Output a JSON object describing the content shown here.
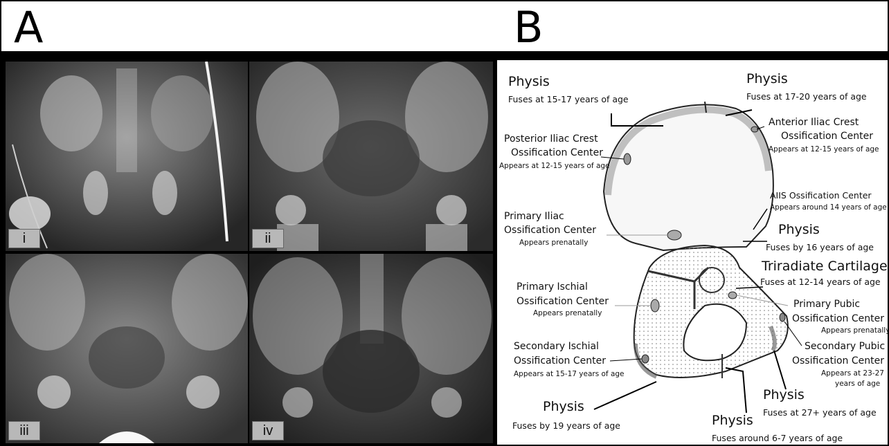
{
  "panel_a": {
    "letter": "A",
    "labels": [
      "i",
      "ii",
      "iii",
      "iv"
    ]
  },
  "panel_b": {
    "letter": "B",
    "annotations": {
      "physis_top_left": {
        "title": "Physis",
        "desc": "Fuses at 15-17 years of age"
      },
      "physis_top_right": {
        "title": "Physis",
        "desc": "Fuses at 17-20 years of age"
      },
      "posterior_iliac": {
        "line1": "Posterior Iliac Crest",
        "line2": "Ossification Center",
        "desc": "Appears at 12-15 years of age"
      },
      "anterior_iliac": {
        "line1": "Anterior Iliac Crest",
        "line2": "Ossification Center",
        "desc": "Appears at 12-15 years of age"
      },
      "aiis": {
        "title": "AIIS Ossification Center",
        "desc": "Appears around 14 years of age"
      },
      "physis_aiis": {
        "title": "Physis",
        "desc": "Fuses by 16 years of age"
      },
      "primary_iliac": {
        "line1": "Primary Iliac",
        "line2": "Ossification Center",
        "desc": "Appears prenatally"
      },
      "triradiate": {
        "title": "Triradiate Cartilage",
        "desc": "Fuses at 12-14 years of age"
      },
      "primary_ischial": {
        "line1": "Primary Ischial",
        "line2": "Ossification Center",
        "desc": "Appears prenatally"
      },
      "primary_pubic": {
        "line1": "Primary Pubic",
        "line2": "Ossification Center",
        "desc": "Appears prenatally"
      },
      "secondary_pubic": {
        "line1": "Secondary Pubic",
        "line2": "Ossification Center",
        "desc1": "Appears at 23-27",
        "desc2": "years of age"
      },
      "secondary_ischial": {
        "line1": "Secondary Ischial",
        "line2": "Ossification Center",
        "desc": "Appears at 15-17 years of age"
      },
      "physis_ischial": {
        "title": "Physis",
        "desc": "Fuses by 19 years of age"
      },
      "physis_pubic": {
        "title": "Physis",
        "desc": "Fuses at 27+ years of age"
      },
      "physis_ramus": {
        "title": "Physis",
        "desc": "Fuses around 6-7 years of age"
      }
    }
  }
}
